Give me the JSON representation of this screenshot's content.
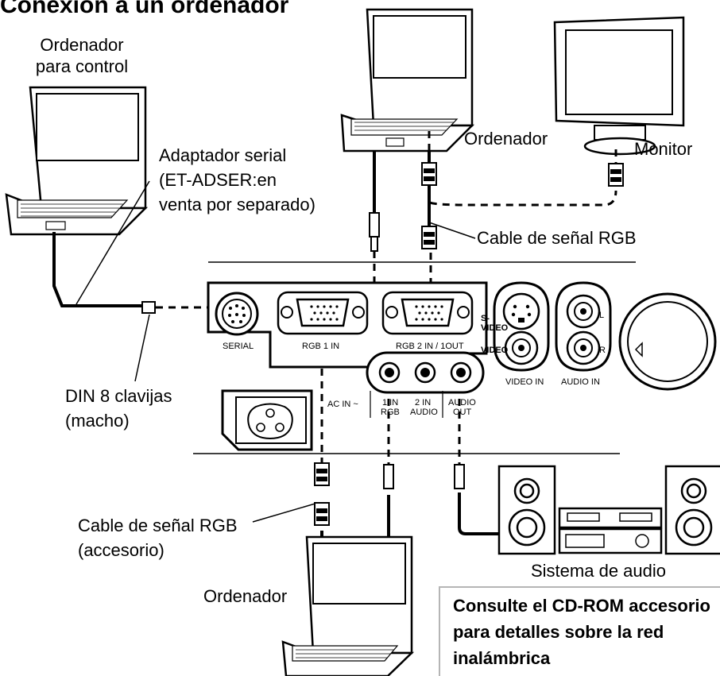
{
  "title": "Conexión a un ordenador",
  "labels": {
    "control_pc": "Ordenador\npara control",
    "serial_adapter": "Adaptador serial\n(ET-ADSER:en\nventa por separado)",
    "ordenador_top": "Ordenador",
    "monitor": "Monitor",
    "rgb_cable_top": "Cable de señal RGB",
    "din8": "DIN 8 clavijas\n(macho)",
    "rgb_cable_bottom": "Cable de señal RGB\n(accesorio)",
    "ordenador_bottom": "Ordenador",
    "audio_system": "Sistema de audio"
  },
  "panel": {
    "serial": "SERIAL",
    "rgb1_in": "RGB 1 IN",
    "rgb2_in_out": "RGB 2 IN / 1OUT",
    "s_video": "S-\nVIDEO",
    "video": "VIDEO",
    "l": "L",
    "r": "R",
    "video_in": "VIDEO IN",
    "audio_in": "AUDIO IN",
    "ac_in": "AC IN ~",
    "in1_rgb": "1 IN\nRGB",
    "in2_audio": "2 IN\nAUDIO",
    "audio_out": "AUDIO\nOUT"
  },
  "note": "Consulte el CD-ROM accesorio para detalles sobre la red inalámbrica"
}
